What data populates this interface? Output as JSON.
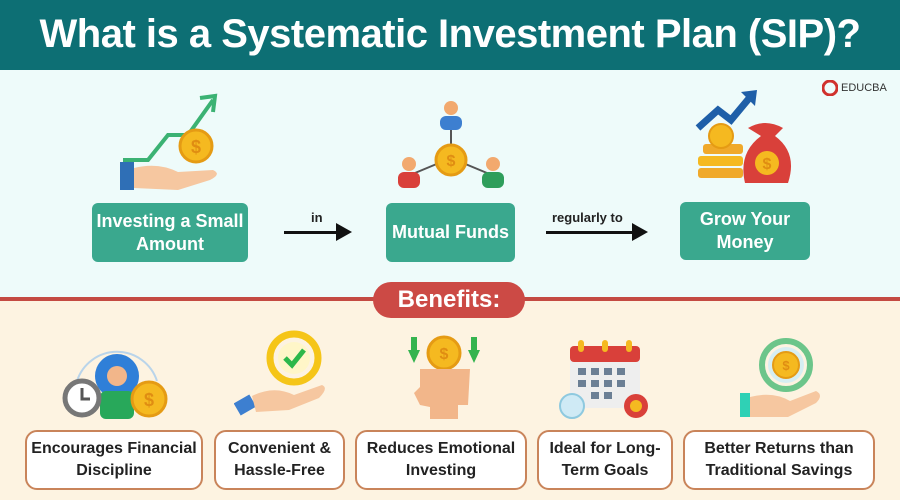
{
  "title": "What is a Systematic Investment Plan (SIP)?",
  "logo": "EDUCBA",
  "flow": {
    "steps": [
      "Investing a Small Amount",
      "Mutual Funds",
      "Grow Your Money"
    ],
    "connectors": [
      "in",
      "regularly to"
    ]
  },
  "benefits": {
    "heading": "Benefits:",
    "items": [
      "Encourages Financial Discipline",
      "Convenient & Hassle-Free",
      "Reduces Emotional Investing",
      "Ideal for Long-Term Goals",
      "Better Returns than Traditional Savings"
    ]
  },
  "colors": {
    "header": "#0d6f74",
    "step": "#3aa88e",
    "accent": "#cc4a45",
    "border": "#c9845a"
  }
}
